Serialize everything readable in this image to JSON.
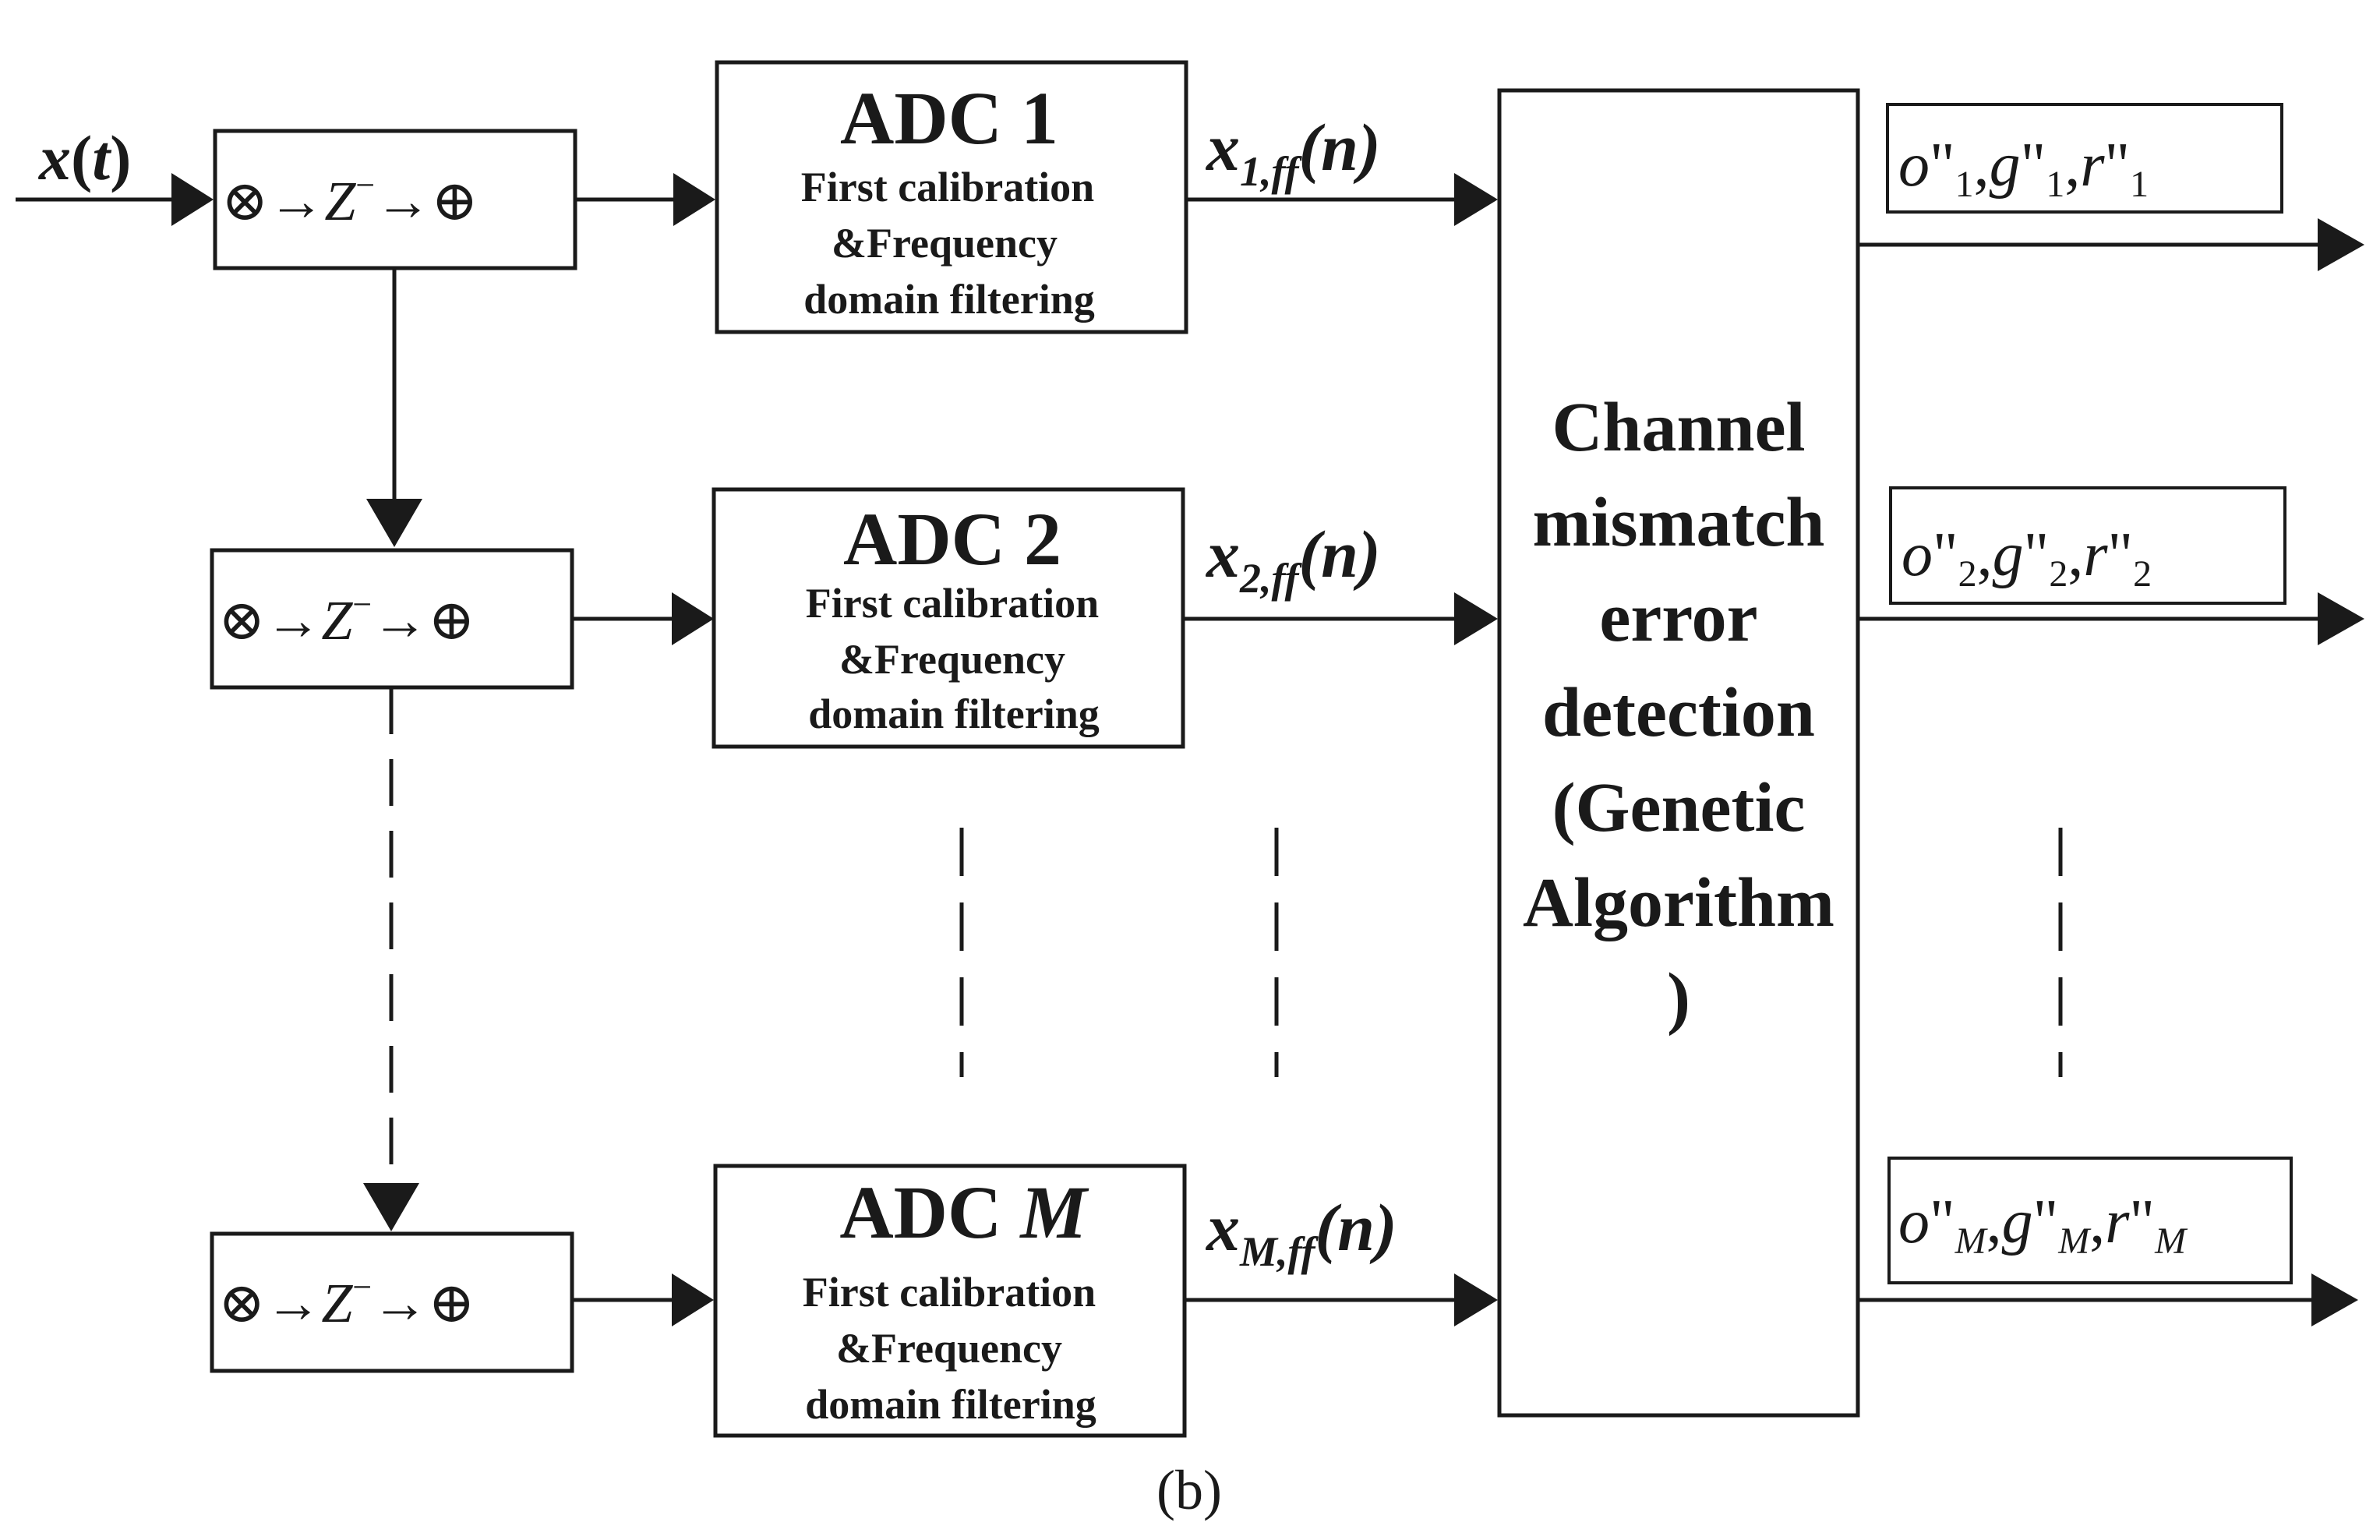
{
  "input": {
    "label": "x(t)",
    "x_symbol": "x",
    "t_symbol": "t"
  },
  "mixer_blocks": [
    {
      "mult": "⊗",
      "arrow": "→",
      "z": "Z",
      "z_sup": "−",
      "add": "⊕"
    },
    {
      "mult": "⊗",
      "arrow": "→",
      "z": "Z",
      "z_sup": "−",
      "add": "⊕"
    },
    {
      "mult": "⊗",
      "arrow": "→",
      "z": "Z",
      "z_sup": "−",
      "add": "⊕"
    }
  ],
  "adc_blocks": [
    {
      "title": "ADC 1",
      "title_prefix": "ADC ",
      "title_index": "1",
      "line1": "First calibration",
      "line2": "&Frequency",
      "line3": "domain filtering"
    },
    {
      "title": "ADC 2",
      "title_prefix": "ADC ",
      "title_index": "2",
      "line1": "First calibration",
      "line2": "&Frequency",
      "line3": "domain filtering"
    },
    {
      "title": "ADC M",
      "title_prefix": "ADC ",
      "title_index": "M",
      "line1": "First calibration",
      "line2": "&Frequency",
      "line3": "domain filtering"
    }
  ],
  "signals": [
    {
      "base": "x",
      "sub": "1,ff",
      "arg": "(n)"
    },
    {
      "base": "x",
      "sub": "2,ff",
      "arg": "(n)"
    },
    {
      "base": "x",
      "sub": "M,ff",
      "arg": "(n)"
    }
  ],
  "detector": {
    "lines": [
      "Channel",
      "mismatch",
      "error",
      "detection",
      "(Genetic",
      "Algorithm",
      ")"
    ]
  },
  "outputs": [
    {
      "o": "o",
      "g": "g",
      "r": "r",
      "mark": "\"",
      "sub": "1",
      "sep": ","
    },
    {
      "o": "o",
      "g": "g",
      "r": "r",
      "mark": "\"",
      "sub": "2",
      "sep": ","
    },
    {
      "o": "o",
      "g": "g",
      "r": "r",
      "mark": "\"",
      "sub": "M",
      "sep": ","
    }
  ],
  "caption": "(b)",
  "colors": {
    "line": "#1a1a1a",
    "background": "#ffffff"
  }
}
